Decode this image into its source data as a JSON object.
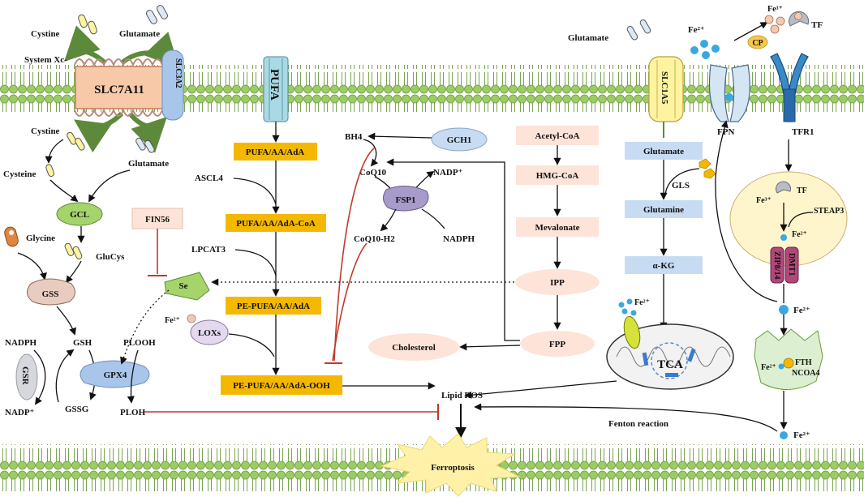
{
  "labels": {
    "cystine_out": "Cystine",
    "glutamate_out": "Glutamate",
    "system_xc": "System Xc-",
    "slc7a11": "SLC7A11",
    "slc3a2": "SLC3A2",
    "pufa_channel": "PUFA",
    "cystine_in": "Cystine",
    "glutamate_in": "Glutamate",
    "cysteine": "Cysteine",
    "gcl": "GCL",
    "glycine": "Glycine",
    "glucys": "GluCys",
    "gss": "GSS",
    "gsh": "GSH",
    "nadph_left": "NADPH",
    "gsr": "GSR",
    "nadp_left": "NADP⁺",
    "gssg": "GSSG",
    "gpx4": "GPX4",
    "plooh": "PLOOH",
    "ploh": "PLOH",
    "fin56": "FIN56",
    "se": "Se",
    "pufa_box": "PUFA/AA/AdA",
    "ascl4": "ASCL4",
    "pufa_coa": "PUFA/AA/AdA-CoA",
    "lpcat3": "LPCAT3",
    "pe_pufa": "PE-PUFA/AA/AdA",
    "fe_lox": "Fe²⁺",
    "loxs": "LOXs",
    "pe_pufa_ooh": "PE-PUFA/AA/AdA-OOH",
    "bh4": "BH4",
    "gch1": "GCH1",
    "coq10": "CoQ10",
    "nadp_fsp1": "NADP⁺",
    "fsp1": "FSP1",
    "coq10h2": "CoQ10-H2",
    "nadph_fsp1": "NADPH",
    "acetyl_coa": "Acetyl-CoA",
    "hmg_coa": "HMG-CoA",
    "mevalonate": "Mevalonate",
    "ipp": "IPP",
    "fpp": "FPP",
    "cholesterol": "Cholesterol",
    "lipid_ros": "Lipid ROS",
    "ferroptosis": "Ferroptosis",
    "glutamate_right": "Glutamate",
    "slc1a5": "SLC1A5",
    "glutamate_box": "Glutamate",
    "gls": "GLS",
    "glutamine": "Glutamine",
    "akg": "α-KG",
    "fe_mito": "Fe²⁺",
    "tca": "TCA",
    "fe2_top": "Fe²⁺",
    "fe3_top": "Fe³⁺",
    "cp": "CP",
    "tf_top": "TF",
    "fpn": "FPN",
    "tfr1": "TFR1",
    "fe3_endo": "Fe³⁺",
    "tf_endo": "TF",
    "steap3": "STEAP3",
    "fe2_endo": "Fe²⁺",
    "zip814": "ZIP8/14",
    "dmt1": "DMT1",
    "fe2_pool": "Fe²⁺",
    "fe2_ferritin": "Fe²⁺",
    "fth": "FTH",
    "ncoa4": "NCOA4",
    "fenton": "Fenton  reaction",
    "fe2_bottom": "Fe²⁺"
  },
  "colors": {
    "membrane_green": "#9ccc65",
    "membrane_stroke": "#6a9a3a",
    "orange_box": "#f5b800",
    "pink_box": "#fde3d8",
    "blue_box": "#c7dcf2",
    "gpx4_blue": "#a9c6ea",
    "fsp1_purple": "#a79bc9",
    "red_inhibit": "#c0392b",
    "slc7a11_fill": "#f8c9a8",
    "ferroptosis_burst": "#fff2a8"
  }
}
